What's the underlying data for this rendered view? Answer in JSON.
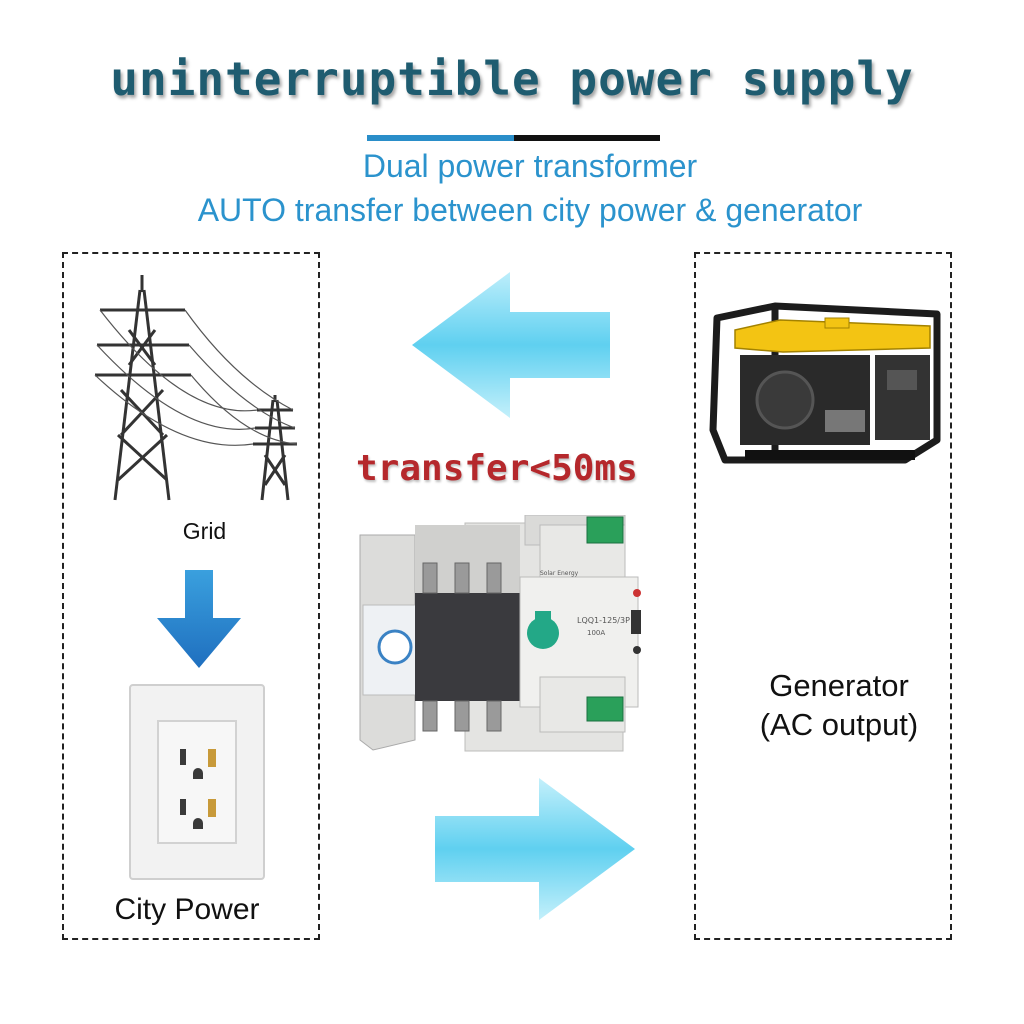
{
  "header": {
    "title": "uninterruptible power supply",
    "subtitle_line1": "Dual power transformer",
    "subtitle_line2": "AUTO transfer between city power & generator"
  },
  "left_panel": {
    "grid_label": "Grid",
    "city_power_label": "City Power"
  },
  "right_panel": {
    "generator_line1": "Generator",
    "generator_line2": "(AC output)"
  },
  "center": {
    "transfer_label": "transfer<50ms",
    "switch_model": "LQQ1-125/3P",
    "switch_current": "100A",
    "switch_brand_text": "Solar Energy"
  },
  "colors": {
    "title": "#1f5c70",
    "subtitle": "#2b93cd",
    "transfer": "#b5282c",
    "arrow_cyan": "#6fd6f0",
    "down_arrow": "#2a7fc9",
    "generator_yellow": "#f3c413"
  }
}
